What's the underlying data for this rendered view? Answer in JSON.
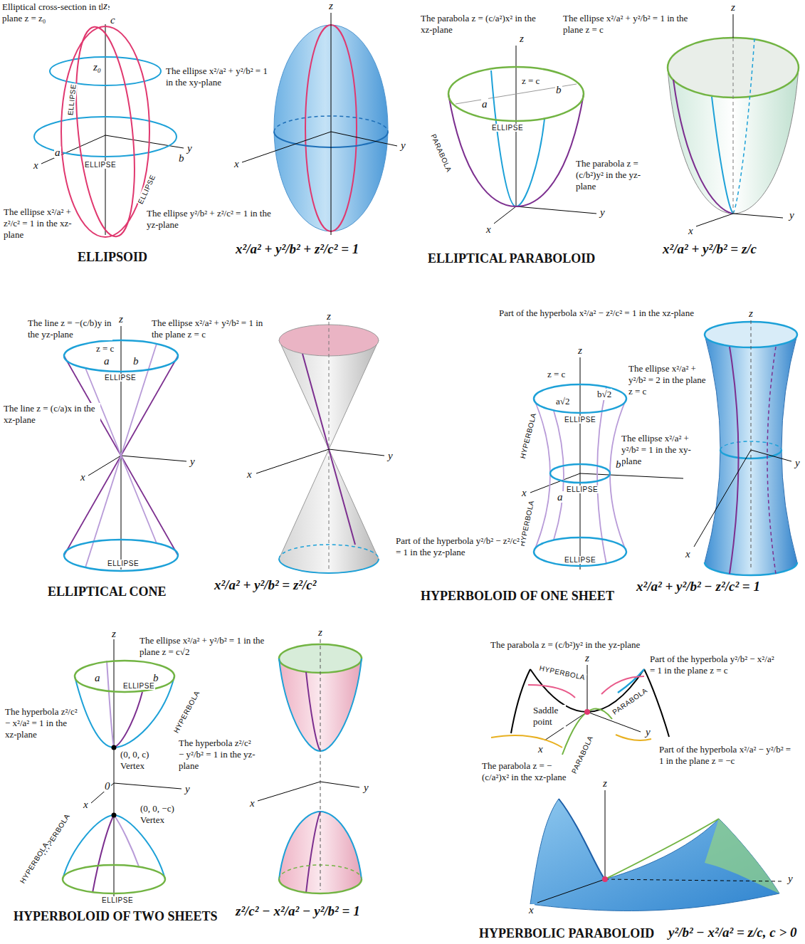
{
  "diagram": {
    "labels": [
      "Elliptical cross-section in the plane z = z₀",
      "z",
      "c",
      "z₀",
      "The ellipse x²/a² + y²/b² = 1 in the xy-plane",
      "ELLIPSE",
      "a",
      "ELLIPSE",
      "b",
      "y",
      "x",
      "ELLIPSE",
      "The ellipse x²/a² + z²/c² = 1 in the xz-plane",
      "The ellipse y²/b² + z²/c² = 1 in the yz-plane",
      "ELLIPSOID",
      "x²/a² + y²/b² + z²/c² = 1",
      "z",
      "y",
      "x",
      "z",
      "The parabola z = (c/a²)x² in the xz-plane",
      "The ellipse x²/a² + y²/b² = 1 in the plane z = c",
      "z = c",
      "b",
      "a",
      "PARABOLA",
      "ELLIPSE",
      "The parabola z = (c/b²)y² in the yz-plane",
      "y",
      "x",
      "ELLIPTICAL PARABOLOID",
      "x²/a² + y²/b² = z/c",
      "z",
      "x",
      "y",
      "The line z = −(c/b)y in the yz-plane",
      "z",
      "The ellipse x²/a² + y²/b² = 1 in the plane z = c",
      "z = c",
      "a",
      "b",
      "ELLIPSE",
      "The line z = (c/a)x in the xz-plane",
      "x",
      "y",
      "ELLIPSE",
      "ELLIPTICAL CONE",
      "x²/a² + y²/b² = z²/c²",
      "z",
      "x",
      "y",
      "Part of the hyperbola x²/a² − z²/c² = 1 in the xz-plane",
      "z",
      "z = c",
      "The ellipse x²/a² + y²/b² = 2 in the plane z = c",
      "b√2",
      "a√2",
      "ELLIPSE",
      "HYPERBOLA",
      "The ellipse x²/a² + y²/b² = 1 in the xy-plane",
      "b",
      "a",
      "ELLIPSE",
      "x",
      "HYPERBOLA",
      "ELLIPSE",
      "Part of the hyperbola y²/b² − z²/c² = 1 in the yz-plane",
      "HYPERBOLOID OF ONE SHEET",
      "x²/a² + y²/b² − z²/c² = 1",
      "z",
      "y",
      "x",
      "z",
      "The ellipse x²/a² + y²/b² = 1 in the plane z = c√2",
      "a",
      "b",
      "ELLIPSE",
      "HYPERBOLA",
      "The hyperbola z²/c² − x²/a² = 1 in the xz-plane",
      "(0, 0, c) Vertex",
      "The hyperbola z²/c² − y²/b² = 1 in the yz-plane",
      "0",
      "y",
      "x",
      "(0, 0, −c) Vertex",
      "HYPERBOLA",
      "HYPERBOLA",
      "ELLIPSE",
      "HYPERBOLOID OF TWO SHEETS",
      "z²/c² − x²/a² − y²/b² = 1",
      "z",
      "y",
      "x",
      "The parabola z = (c/b²)y² in the yz-plane",
      "z",
      "Part of the hyperbola y²/b² − x²/a² = 1 in the plane z = c",
      "HYPERBOLA",
      "PARABOLA",
      "Saddle point",
      "y",
      "x",
      "PARABOLA",
      "Part of the hyperbola x²/a² − y²/b² = 1 in the plane z = −c",
      "The parabola z = −(c/a²)x² in the xz-plane",
      "z",
      "y",
      "x",
      "HYPERBOLIC PARABOLOID",
      "y²/b² − x²/a² = z/c,  c > 0"
    ]
  }
}
